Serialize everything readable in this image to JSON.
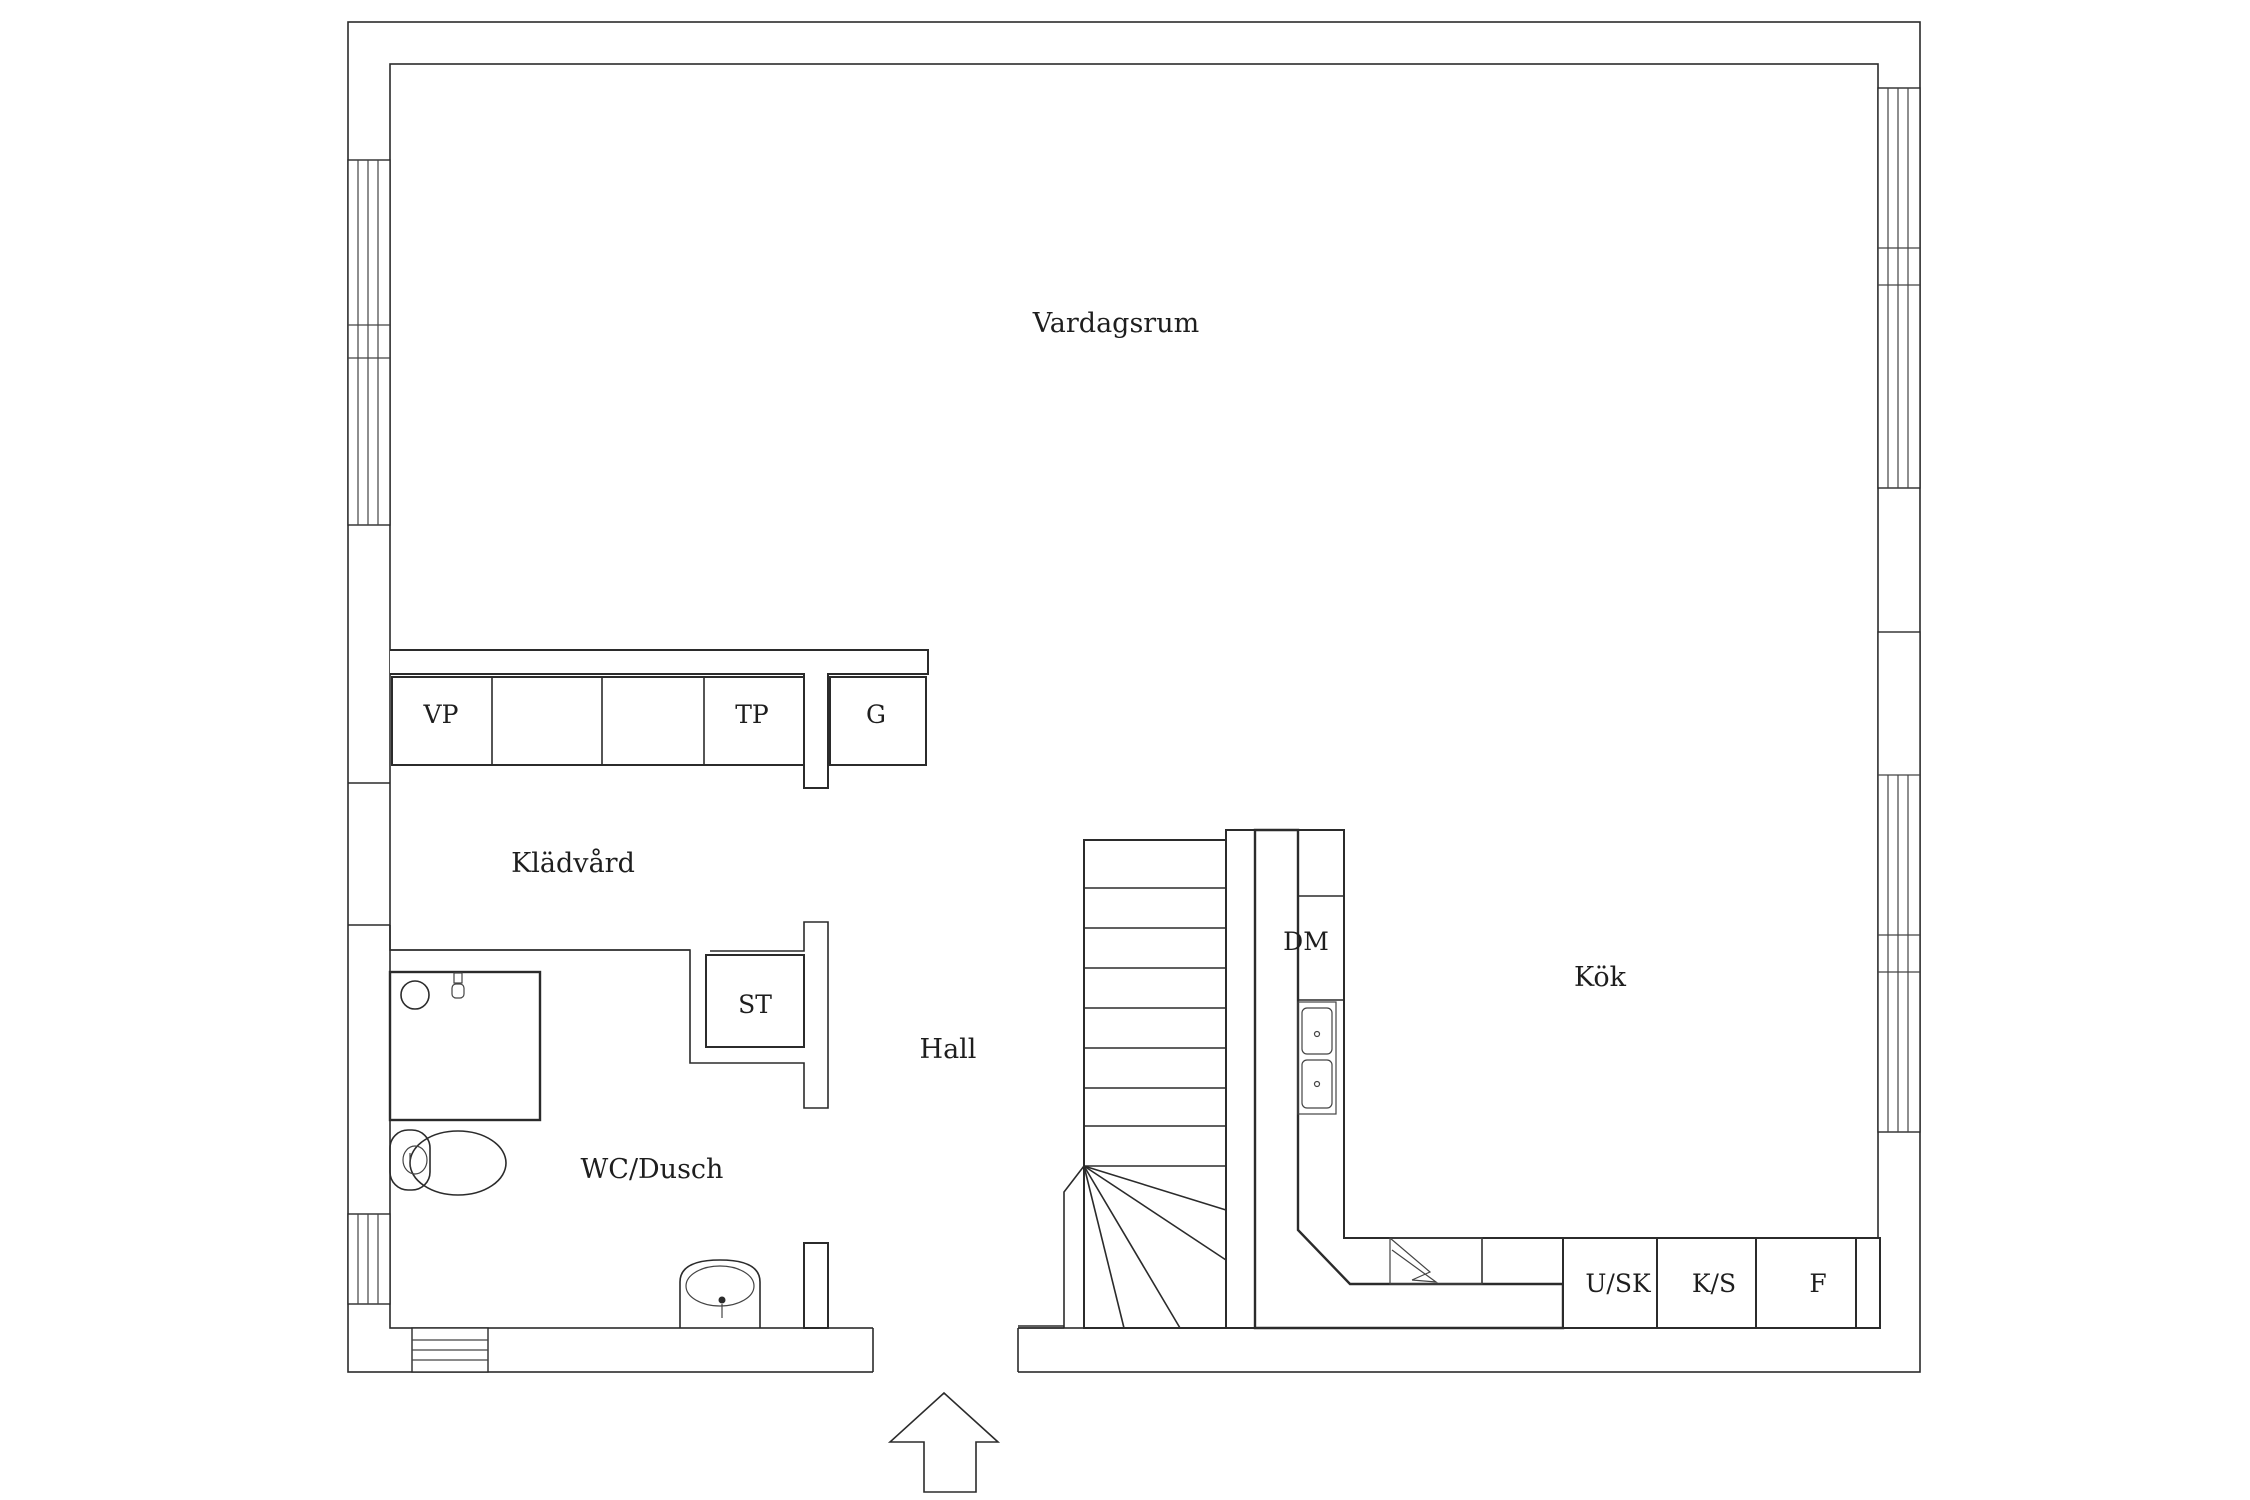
{
  "rooms": {
    "vardagsrum": "Vardagsrum",
    "kladvard": "Klädvård",
    "hall": "Hall",
    "wc_dusch": "WC/Dusch",
    "kok": "Kök"
  },
  "fixtures": {
    "vp": "VP",
    "tp": "TP",
    "g": "G",
    "st": "ST",
    "dm": "DM",
    "usk": "U/SK",
    "ks": "K/S",
    "f": "F"
  }
}
